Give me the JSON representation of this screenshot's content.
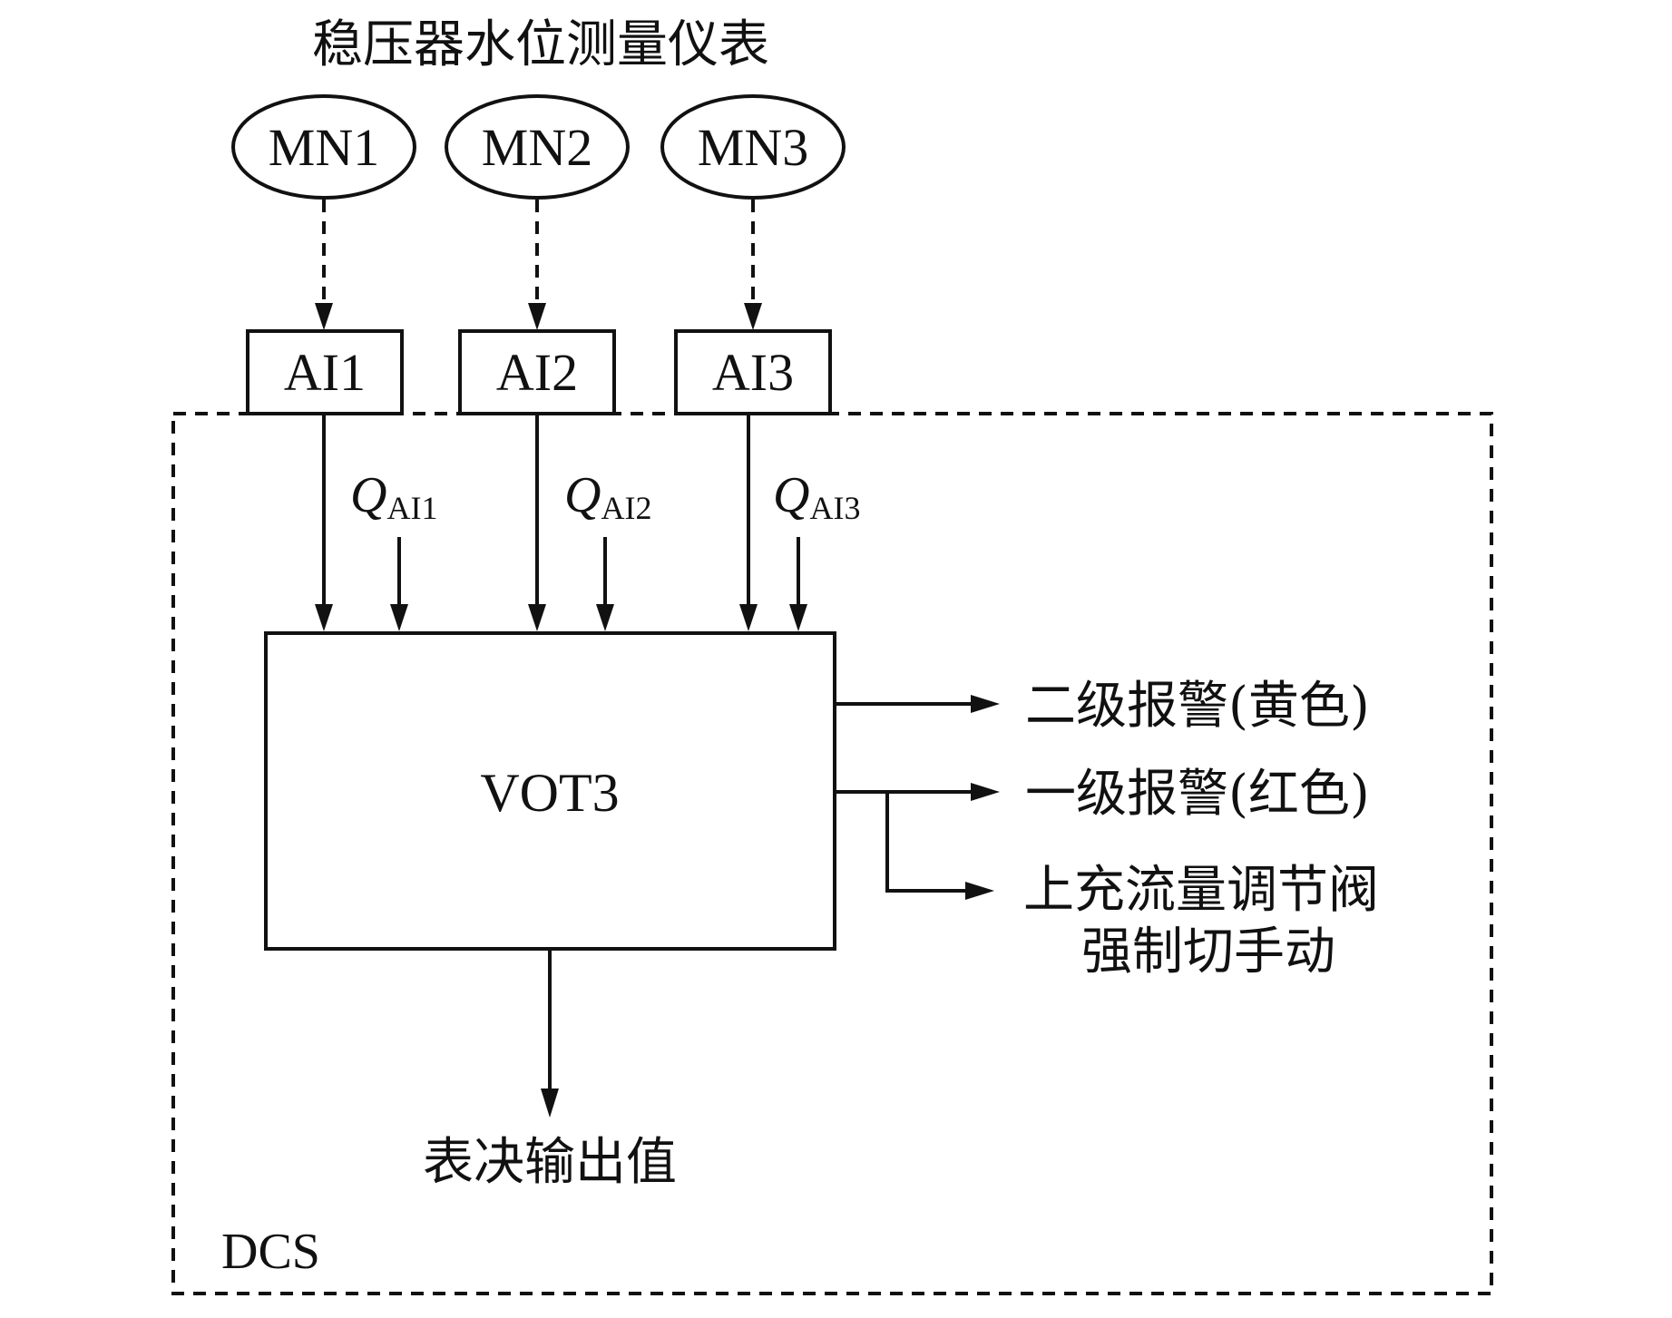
{
  "title": "稳压器水位测量仪表",
  "sensors": [
    "MN1",
    "MN2",
    "MN3"
  ],
  "ai_modules": [
    "AI1",
    "AI2",
    "AI3"
  ],
  "quality_signals": [
    {
      "symbol": "Q",
      "subscript": "AI1"
    },
    {
      "symbol": "Q",
      "subscript": "AI2"
    },
    {
      "symbol": "Q",
      "subscript": "AI3"
    }
  ],
  "voter_block": "VOT3",
  "outputs": {
    "alarm_level2": "二级报警(黄色)",
    "alarm_level1": "一级报警(红色)",
    "valve_manual_line1": "上充流量调节阀",
    "valve_manual_line2": "强制切手动",
    "voted_value": "表决输出值"
  },
  "system_label": "DCS"
}
